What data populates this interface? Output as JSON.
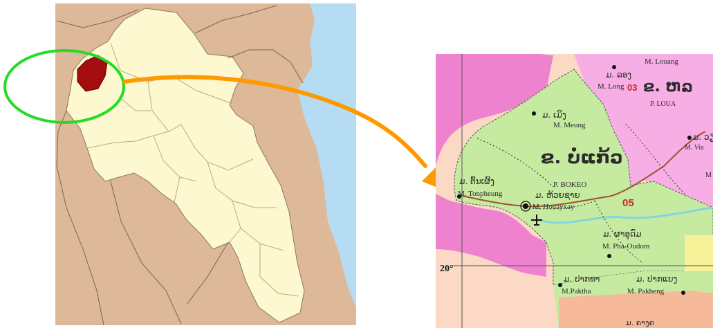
{
  "overview_map": {
    "highlighted_province_color": "#a30d0d",
    "country_fill": "#fdf8cf",
    "neighbor_fill": "#ddb899",
    "sea_fill": "#b5dcf3"
  },
  "callout": {
    "circle_color": "#22dd22",
    "arrow_color": "#ff9900"
  },
  "detail_map": {
    "district_labels": [
      {
        "lao": "ມ. ລອງ",
        "latin": "M. Long",
        "code": "03"
      },
      {
        "lao": "ມ. ເມິງ",
        "latin": "M. Meung"
      },
      {
        "lao": "ມ. ຕົ້ນເຜິ້ງ",
        "latin": "M. Tonpheung"
      },
      {
        "lao": "ມ. ຫ້ວຍຊາຍ",
        "latin": "M. Houayxay"
      },
      {
        "lao": "ມ. ຜາອຸດົມ",
        "latin": "M. Pha-Oudom"
      },
      {
        "lao": "ມ. ປາກທາ",
        "latin": "M.Paktha"
      },
      {
        "lao": "ມ. ປາກແບງ",
        "latin": "M. Pakbeng"
      },
      {
        "lao": "ມ. ວຽງ",
        "latin": "M. Via"
      }
    ],
    "province_title_lao": "ຂ. ບໍ່ແກ້ວ",
    "province_title_latin": "P. BOKEO",
    "neighbor_title_lao": "ຂ. ຫລ",
    "neighbor_title_latin": "P. LOUA",
    "top_cut_label": "M. Louang",
    "province_code": "05",
    "latitude_label": "20°",
    "misc_label_right": "M",
    "misc_label_bottom": "ມ. ຄາງຄ"
  }
}
